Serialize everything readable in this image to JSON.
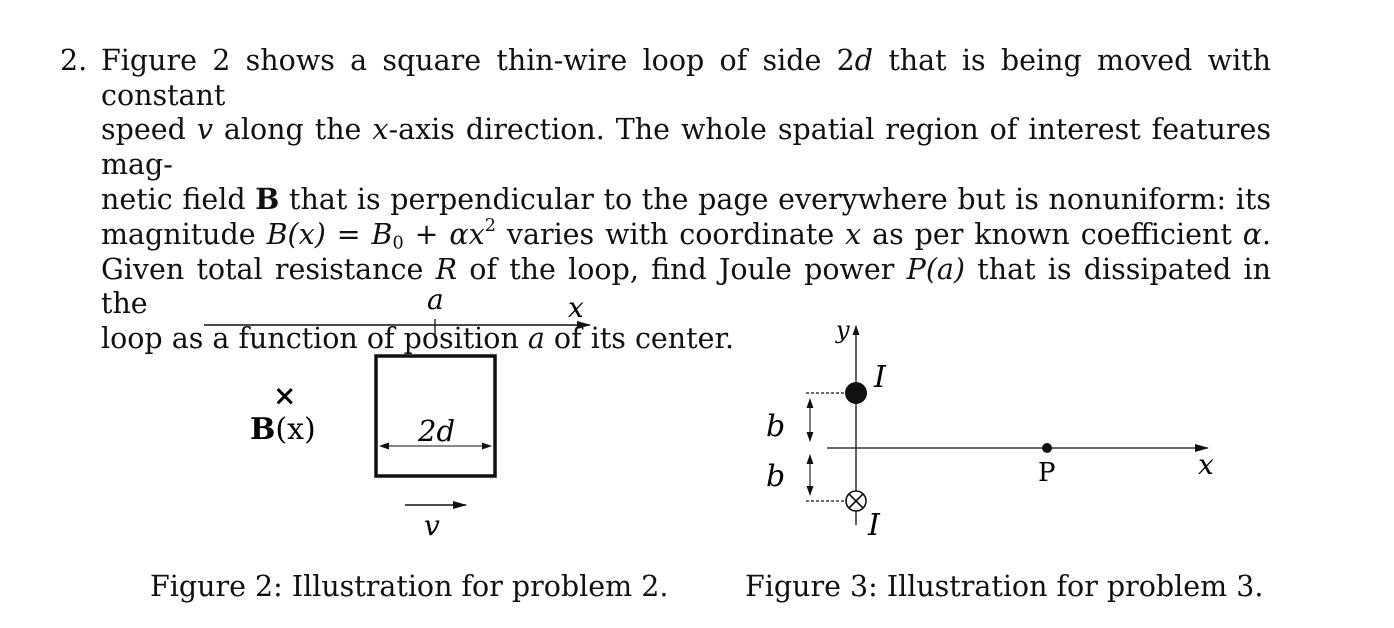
{
  "problem": {
    "number": "2.",
    "lines": [
      [
        "Figure 2 shows a square thin-wire loop of side ",
        "2",
        "d",
        " that is being moved with constant"
      ],
      [
        "speed ",
        "v",
        " along the ",
        "x",
        "-axis direction. The whole spatial region of interest features mag-"
      ],
      [
        "netic field ",
        "B",
        " that is perpendicular to the page everywhere but is nonuniform: its"
      ],
      [
        "magnitude ",
        "B(x)",
        " = ",
        "B",
        "0",
        " + ",
        "αx",
        "2",
        " varies with coordinate ",
        "x",
        " as per known coefficient ",
        "α",
        "."
      ],
      [
        "Given total resistance ",
        "R",
        " of the loop, find Joule power ",
        "P(a)",
        " that is dissipated in the"
      ],
      [
        "loop as a function of position ",
        "a",
        " of its center."
      ]
    ]
  },
  "figure2": {
    "caption": "Figure 2: Illustration for problem 2.",
    "labels": {
      "a": "a",
      "x": "x",
      "field_symbol": "×",
      "field": "B",
      "field_arg": "(x)",
      "side": "2d",
      "velocity": "v"
    }
  },
  "figure3": {
    "caption": "Figure 3: Illustration for problem 3.",
    "labels": {
      "y": "y",
      "x": "x",
      "current_top": "I",
      "current_bottom": "I",
      "b_top": "b",
      "b_bottom": "b",
      "point": "P"
    }
  }
}
